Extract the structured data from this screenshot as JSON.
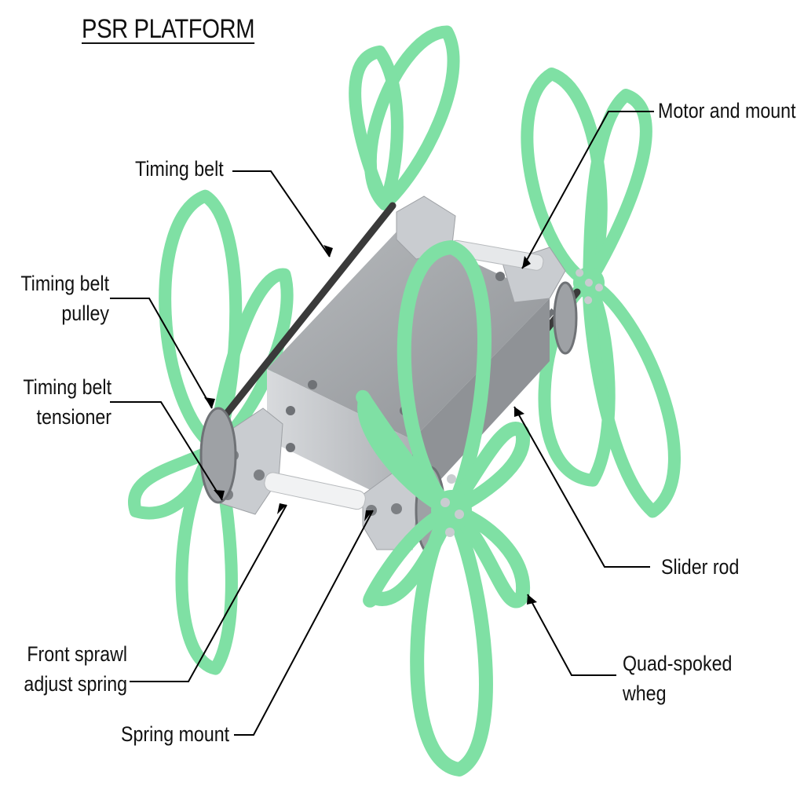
{
  "title": "PSR PLATFORM",
  "labels": {
    "timing_belt": "Timing belt",
    "timing_belt_pulley": [
      "Timing belt",
      "pulley"
    ],
    "timing_belt_tensioner": [
      "Timing belt",
      "tensioner"
    ],
    "front_sprawl_spring": [
      "Front sprawl",
      "adjust spring"
    ],
    "spring_mount": "Spring mount",
    "motor_and_mount": "Motor and mount",
    "slider_rod": "Slider rod",
    "quad_spoked_wheg": [
      "Quad-spoked",
      "wheg"
    ]
  },
  "colors": {
    "wheg": "#7fe0a4",
    "wheg_edge": "#4fb97a",
    "chassis": "#a3a6a9",
    "chassis_dark": "#7d8084",
    "mount": "#c9ccd0",
    "belt": "#3a3a3a",
    "leader": "#000000"
  }
}
